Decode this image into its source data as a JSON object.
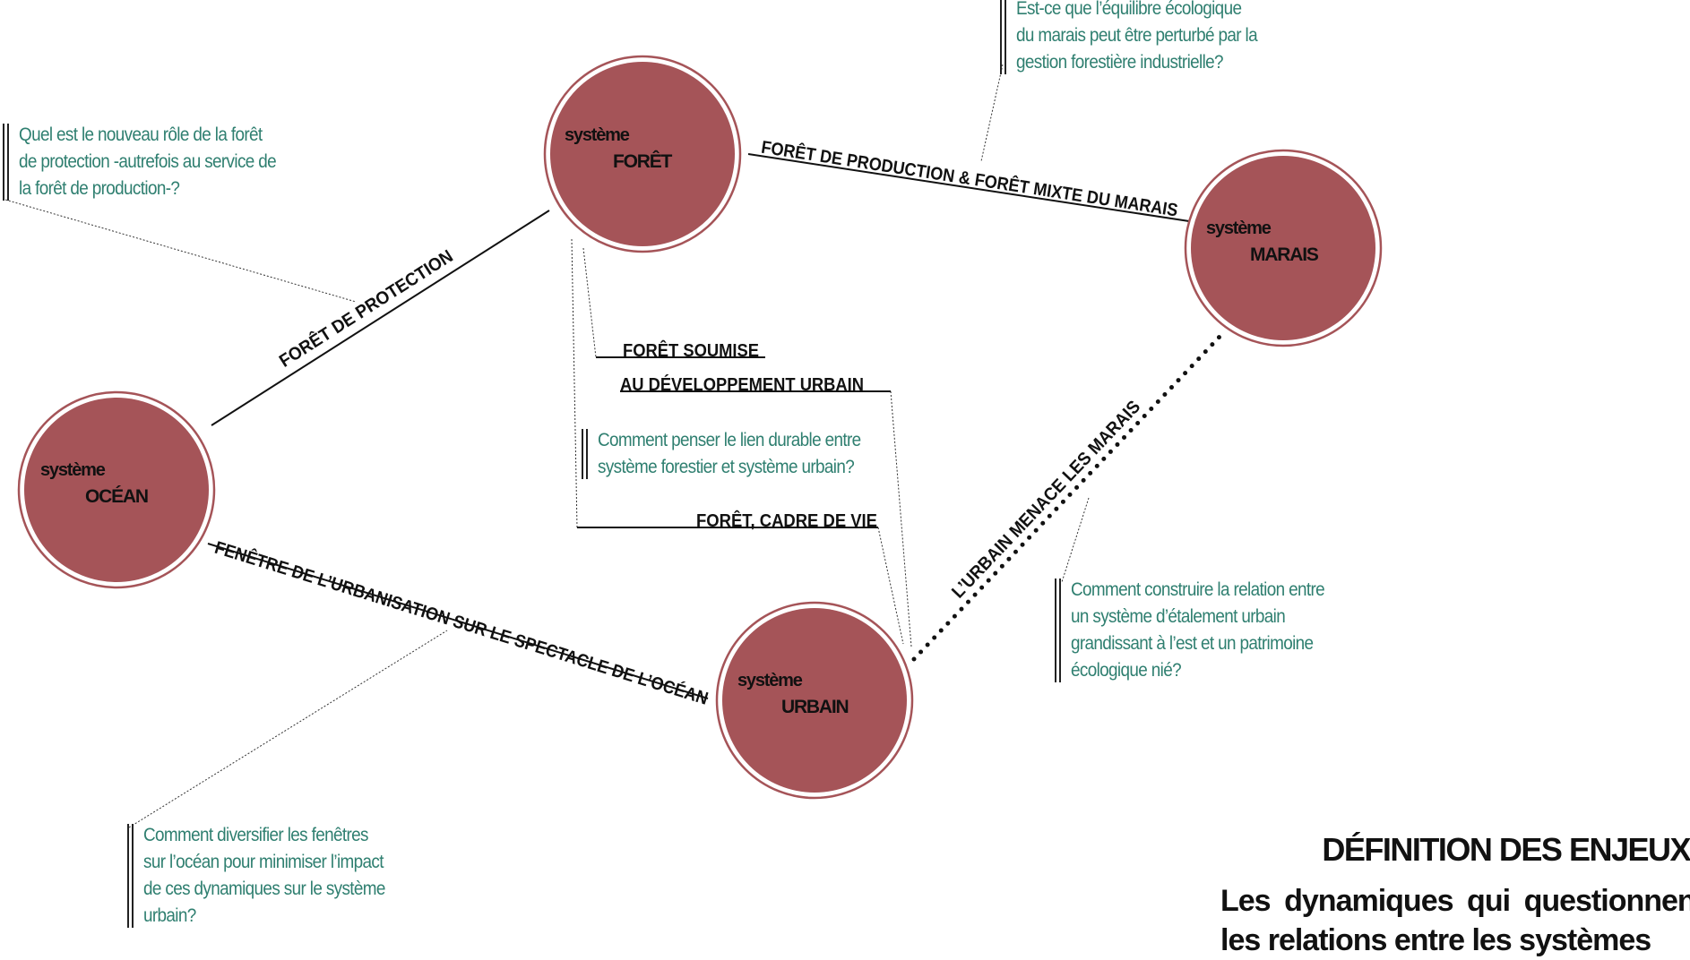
{
  "colors": {
    "node": "#a55458",
    "question": "#2f7f70",
    "ink": "#111111"
  },
  "nodes": [
    {
      "id": "foret",
      "prefix": "système",
      "name": "FORÊT"
    },
    {
      "id": "marais",
      "prefix": "système",
      "name": "MARAIS"
    },
    {
      "id": "ocean",
      "prefix": "système",
      "name": "OCÉAN"
    },
    {
      "id": "urbain",
      "prefix": "système",
      "name": "URBAIN"
    }
  ],
  "links": {
    "protection": "FORÊT DE PROTECTION",
    "production": "FORÊT DE PRODUCTION & FORÊT MIXTE DU MARAIS",
    "fenetre": "FENÊTRE DE L’URBANISATION SUR LE SPECTACLE DE L’OCÉAN",
    "menace": "L’URBAIN MENACE LES MARAIS",
    "soumise_1": "FORÊT SOUMISE",
    "soumise_2": "AU DÉVELOPPEMENT URBAIN",
    "cadre": "FORÊT, CADRE DE VIE"
  },
  "questions": {
    "protection": [
      "Quel est le nouveau rôle de la forêt",
      "de protection -autrefois au service de",
      "la forêt de production-?"
    ],
    "marais": [
      "Est-ce que l’équilibre écologique",
      "du marais peut être perturbé par la",
      "gestion forestière industrielle?"
    ],
    "lien": [
      "Comment penser le lien durable entre",
      "système forestier et système urbain?"
    ],
    "etalement": [
      "Comment construire la relation entre",
      "un système d’étalement urbain",
      "grandissant à l’est et un patrimoine",
      "écologique nié?"
    ],
    "fenetres": [
      "Comment diversifier les fenêtres",
      "sur l’océan pour minimiser l’impact",
      "de ces dynamiques sur le système",
      "urbain?"
    ]
  },
  "title": "DÉFINITION DES ENJEUX",
  "subtitle": [
    "Les dynamiques qui questionnent",
    "les relations entre les systèmes"
  ]
}
